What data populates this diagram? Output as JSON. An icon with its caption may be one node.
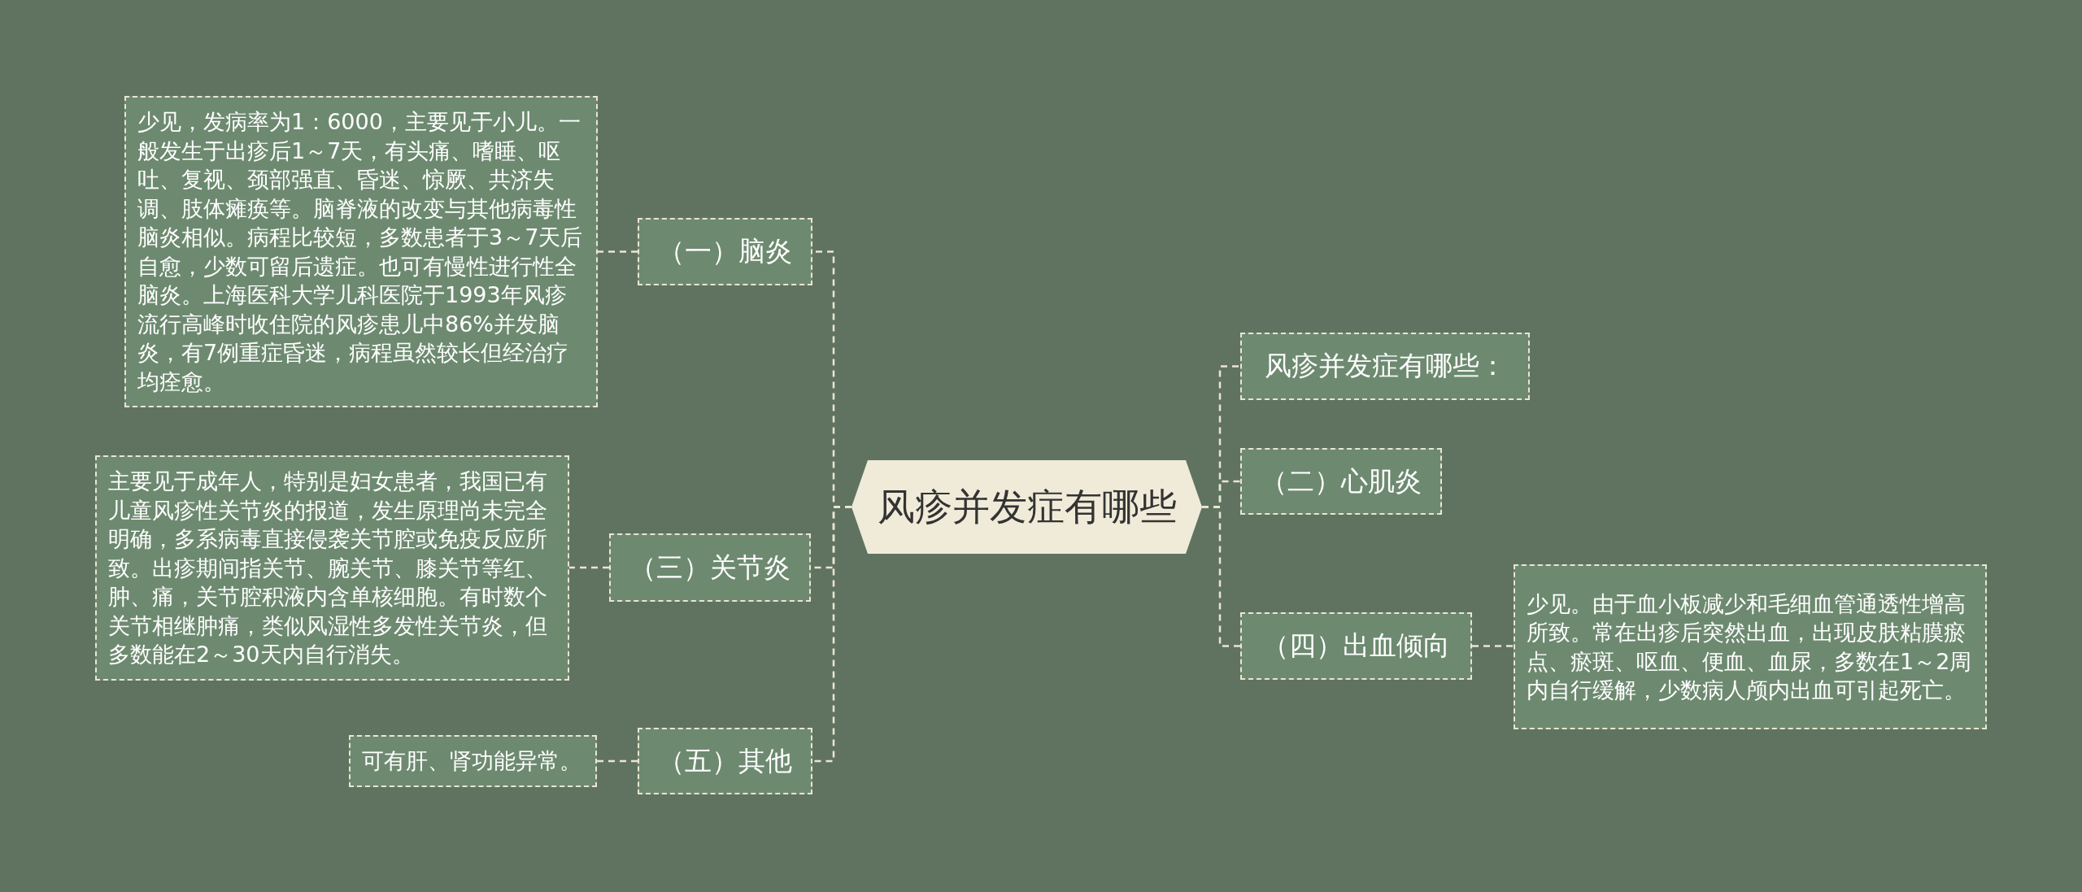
{
  "diagram": {
    "nodes": [
      {
        "text": [
          "风疹并发症有哪些"
        ]
      },
      {
        "text": [
          "（一）脑炎"
        ]
      },
      {
        "text": [
          "少见，发病率为1：6000，主要见于小儿。一般发生于出疹后1～7天，有头痛、嗜睡、呕吐、复视、颈部强直、昏迷、惊厥、共济失调、肢体瘫痪等。脑脊液的改变与其他病毒性脑炎相似。病程比较短，多数患者于3～7天后自愈，少数可留后遗症。也可有慢性进行性全脑炎。上海医科大学儿科医院于1993年风疹流行高峰时收住院的风疹患儿中86%并发脑炎，有7例重症昏迷，病程虽然较长但经治疗均痊愈。"
        ]
      },
      {
        "text": [
          "（三）关节炎"
        ]
      },
      {
        "text": [
          "主要见于成年人，特别是妇女患者，我国已有儿童风疹性关节炎的报道，发生原理尚未完全明确，多系病毒直接侵袭关节腔或免疫反应所致。出疹期间指关节、腕关节、膝关节等红、肿、痛，关节腔积液内含单核细胞。有时数个关节相继肿痛，类似风湿性多发性关节炎，但多数能在2～30天内自行消失。"
        ]
      },
      {
        "text": [
          "（五）其他"
        ]
      },
      {
        "text": [
          "可有肝、肾功能异常。"
        ]
      },
      {
        "text": [
          "风疹并发症有哪些："
        ]
      },
      {
        "text": [
          "（二）心肌炎"
        ]
      },
      {
        "text": [
          "（四）出血倾向"
        ]
      },
      {
        "text": [
          "少见。由于血小板减少和毛细血管通透性增高所致。常在出疹后突然出血，出现皮肤粘膜瘀点、瘀斑、呕血、便血、血尿，多数在1～2周内自行缓解，少数病人颅内出血可引起死亡。"
        ]
      }
    ],
    "edges": [
      {
        "from": 0,
        "to": 1,
        "arrow": "none"
      },
      {
        "from": 1,
        "to": 2,
        "arrow": "none"
      },
      {
        "from": 0,
        "to": 3,
        "arrow": "none"
      },
      {
        "from": 3,
        "to": 4,
        "arrow": "none"
      },
      {
        "from": 0,
        "to": 5,
        "arrow": "none"
      },
      {
        "from": 5,
        "to": 6,
        "arrow": "none"
      },
      {
        "from": 0,
        "to": 7,
        "arrow": "none"
      },
      {
        "from": 0,
        "to": 8,
        "arrow": "none"
      },
      {
        "from": 0,
        "to": 9,
        "arrow": "none"
      },
      {
        "from": 9,
        "to": 10,
        "arrow": "none"
      }
    ]
  }
}
